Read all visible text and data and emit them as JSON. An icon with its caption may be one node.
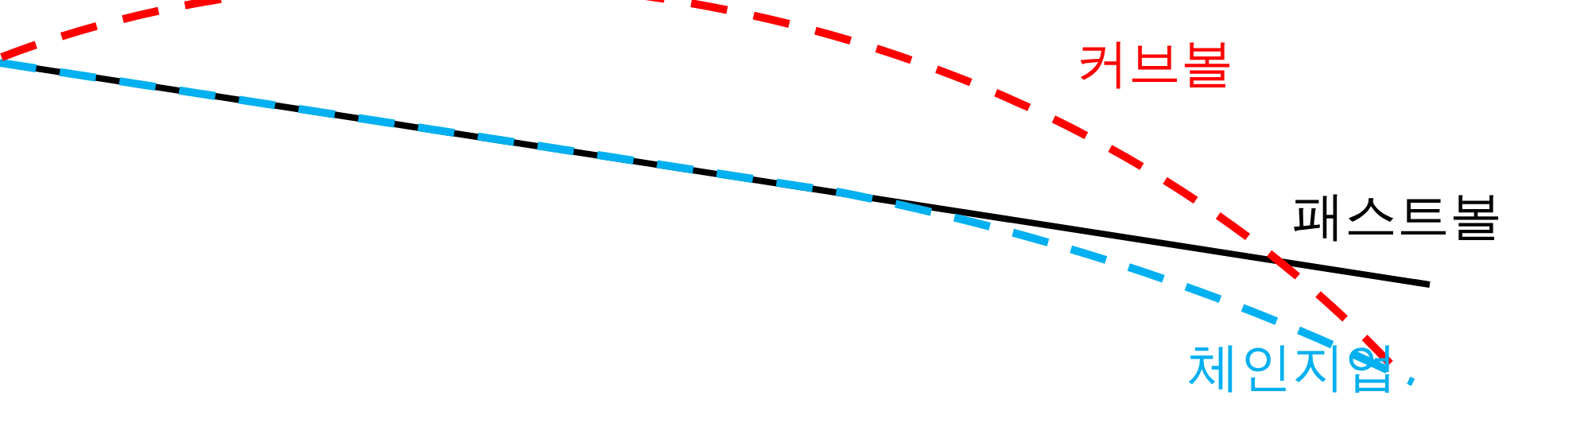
{
  "diagram": {
    "labels": [
      "커브볼",
      "패스트볼",
      "체인지업"
    ]
  }
}
